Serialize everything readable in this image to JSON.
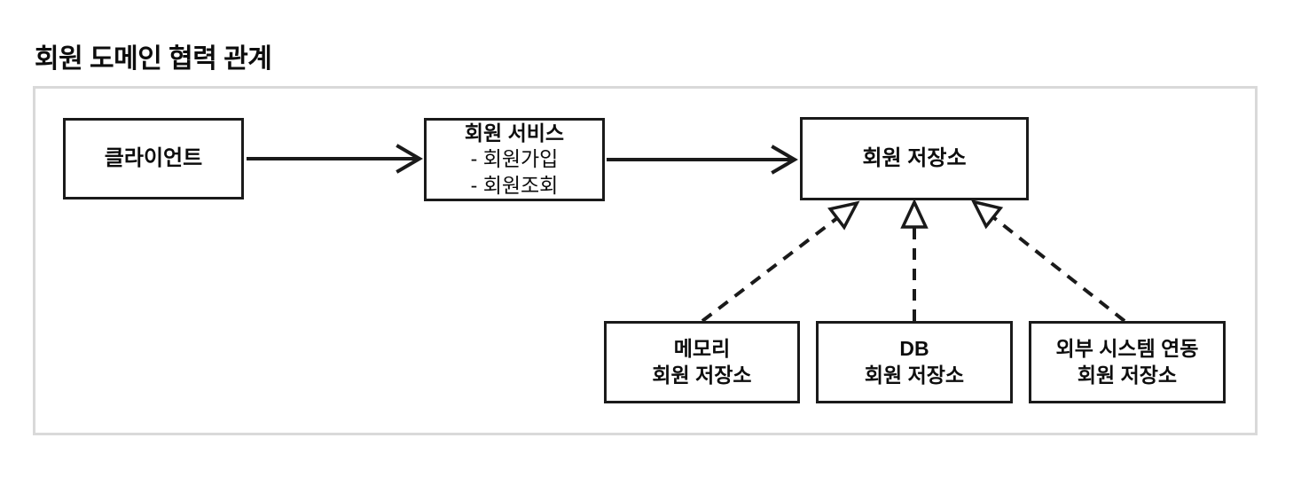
{
  "title": "회원 도메인 협력 관계",
  "nodes": {
    "client": {
      "label": "클라이언트"
    },
    "service": {
      "title": "회원 서비스",
      "items": [
        "- 회원가입",
        "- 회원조회"
      ]
    },
    "repository": {
      "label": "회원 저장소"
    },
    "memory": {
      "line1": "메모리",
      "line2": "회원 저장소"
    },
    "db": {
      "line1": "DB",
      "line2": "회원 저장소"
    },
    "external": {
      "line1": "외부 시스템 연동",
      "line2": "회원 저장소"
    }
  },
  "edges": [
    {
      "from": "클라이언트",
      "to": "회원 서비스",
      "style": "solid-arrow"
    },
    {
      "from": "회원 서비스",
      "to": "회원 저장소",
      "style": "solid-arrow"
    },
    {
      "from": "메모리 회원 저장소",
      "to": "회원 저장소",
      "style": "dashed-realization"
    },
    {
      "from": "DB 회원 저장소",
      "to": "회원 저장소",
      "style": "dashed-realization"
    },
    {
      "from": "외부 시스템 연동 회원 저장소",
      "to": "회원 저장소",
      "style": "dashed-realization"
    }
  ],
  "colors": {
    "stroke": "#1a1a1a",
    "canvas_border": "#d9d9d9",
    "background": "#ffffff"
  }
}
